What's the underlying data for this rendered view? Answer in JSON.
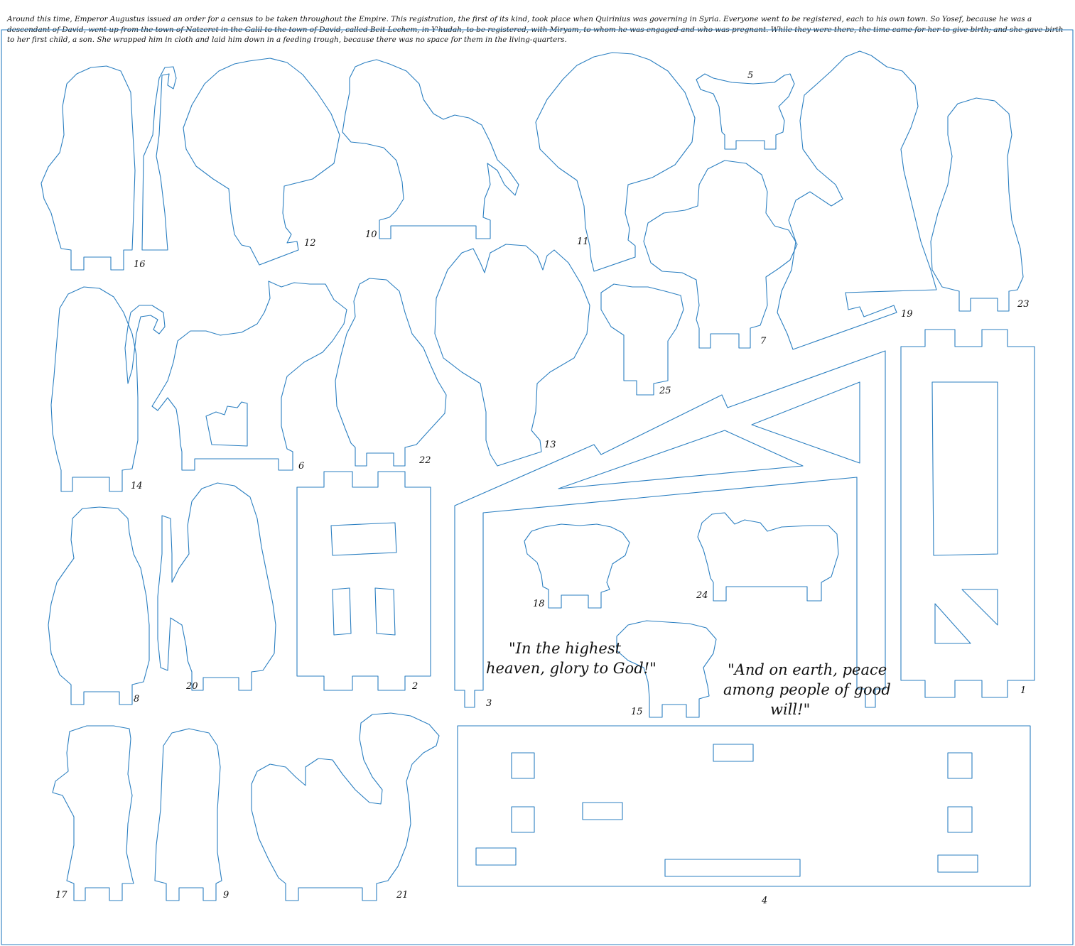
{
  "story_text": "Around this time, Emperor Augustus issued an order for a census to be taken throughout the Empire. This registration, the first of its kind, took place when Quirinius was governing in Syria. Everyone went to be registered, each to his own town. So Yosef, because he was a descendant of David, went up from the town of Natzeret in the Galil to the town of David, called Beit-Lechem, in Y'hudah, to be registered, with Miryam, to whom he was engaged and who was pregnant. While they were there, the time came for her to give birth; and she gave birth to her first child, a son. She wrapped him in cloth and laid him down in a feeding trough, because there was no space for them in the living-quarters.",
  "quotes": {
    "highest_line1": "\"In the highest",
    "highest_line2": "heaven, glory to God!\"",
    "earth_line1": "\"And on earth, peace",
    "earth_line2": "among people of good",
    "earth_line3": "will!\""
  },
  "piece_numbers": {
    "p1": "1",
    "p2": "2",
    "p3": "3",
    "p4": "4",
    "p5": "5",
    "p6": "6",
    "p7": "7",
    "p8": "8",
    "p9": "9",
    "p10": "10",
    "p11": "11",
    "p12": "12",
    "p13": "13",
    "p14": "14",
    "p15": "15",
    "p16": "16",
    "p17": "17",
    "p18": "18",
    "p19": "19",
    "p20": "20",
    "p21": "21",
    "p22": "22",
    "p23": "23",
    "p24": "24",
    "p25": "25"
  },
  "colors": {
    "cut_line": "#2b7fc1",
    "text": "#111111",
    "background": "#ffffff"
  }
}
